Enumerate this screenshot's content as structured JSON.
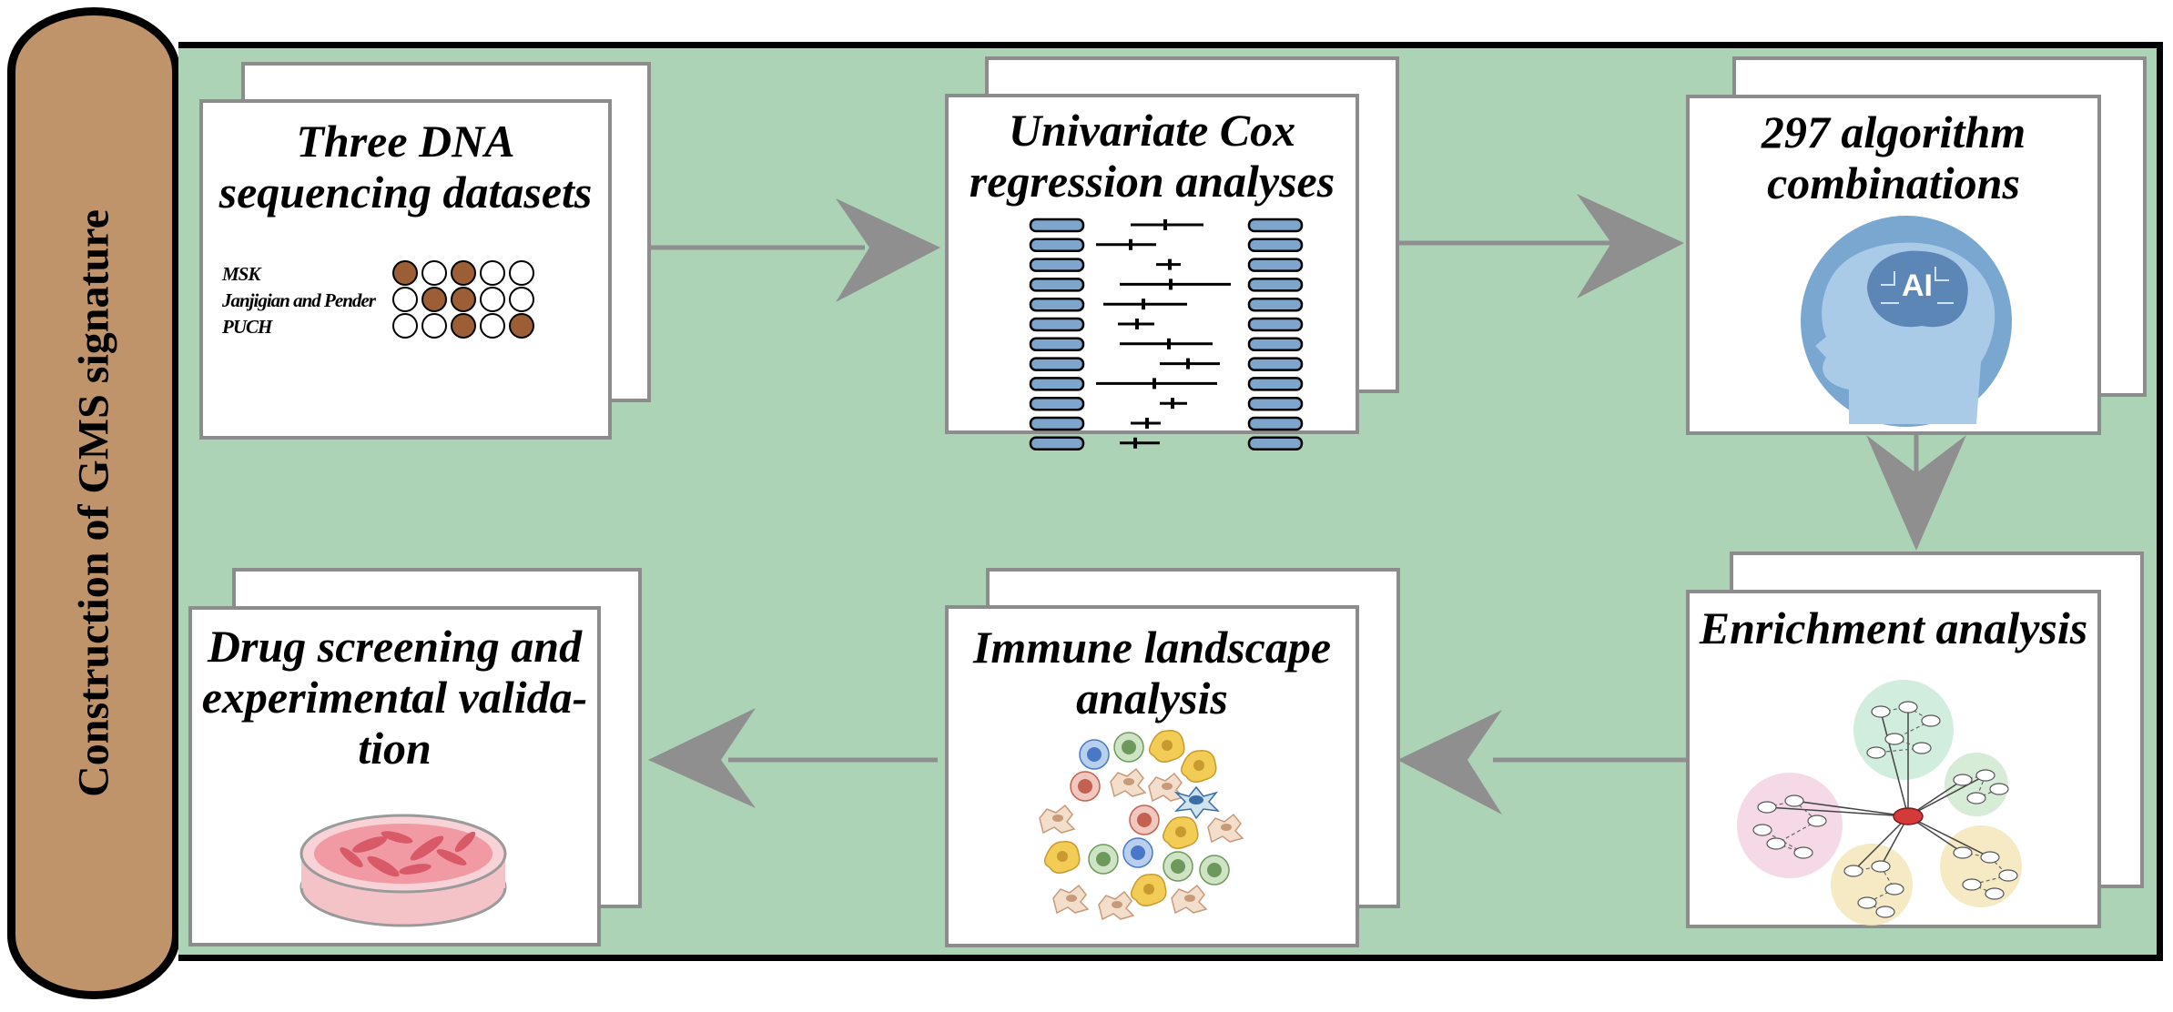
{
  "side_title": "Construction of GMS signature",
  "steps": [
    {
      "title_lines": [
        "Three DNA",
        "sequencing datasets"
      ]
    },
    {
      "title_lines": [
        "Univariate Cox",
        "regression analyses"
      ]
    },
    {
      "title_lines": [
        "297 algorithm",
        "combinations"
      ]
    },
    {
      "title_lines": [
        "Enrichment analysis"
      ]
    },
    {
      "title_lines": [
        "Immune landscape",
        "analysis"
      ]
    },
    {
      "title_lines": [
        "Drug screening and",
        "experimental valida-",
        "tion"
      ]
    }
  ],
  "datasets": {
    "rows": [
      {
        "label": "MSK",
        "filled": [
          true,
          false,
          true,
          false,
          false
        ]
      },
      {
        "label": "Janjigian and Pender",
        "filled": [
          false,
          true,
          true,
          false,
          false
        ]
      },
      {
        "label": "PUCH",
        "filled": [
          false,
          false,
          true,
          false,
          true
        ]
      }
    ]
  },
  "ai_badge": "AI",
  "colors": {
    "panel": "#acd3b6",
    "side_tab": "#bf946b",
    "dot_filled": "#9c5f35",
    "arrow": "#8f8f8f",
    "forest_box": "#7ea6cc",
    "ai_circle": "#7aa7cf"
  },
  "icons": [
    "forest-plot-icon",
    "ai-head-icon",
    "network-icon",
    "immune-cells-icon",
    "petri-dish-icon"
  ]
}
